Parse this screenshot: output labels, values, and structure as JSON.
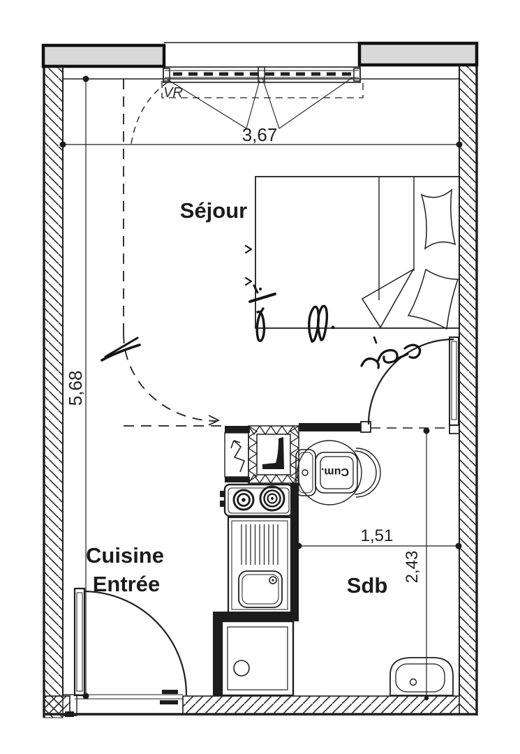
{
  "meta": {
    "type": "architectural-floor-plan",
    "style": "scanned black-and-white studio apartment plan",
    "language": "fr"
  },
  "rooms": [
    {
      "id": "sejour",
      "label": "Séjour"
    },
    {
      "id": "cuisine-entree",
      "label_line1": "Cuisine",
      "label_line2": "Entrée"
    },
    {
      "id": "sdb",
      "label": "Sdb"
    }
  ],
  "annotations": {
    "roller_shutter": "VR",
    "water_heater": "Cum."
  },
  "dimensions": {
    "window_wall_width_m": "3,67",
    "left_wall_height_m": "5,68",
    "sdb_width_m": "1,51",
    "sdb_depth_m": "2,43"
  },
  "fixtures": [
    "double-bed-with-pillows",
    "window-with-roller-shutter",
    "entrance-door",
    "bathroom-door",
    "ventilation-duct",
    "extractor-cabinet",
    "two-burner-stove",
    "kitchen-sink-with-drainboard",
    "shower-tray",
    "toilet",
    "cumulus-water-heater",
    "washbasin"
  ],
  "colors": {
    "line": "#1e1e1e",
    "wall_fill": "#d9d9d9",
    "paper": "#ffffff"
  }
}
